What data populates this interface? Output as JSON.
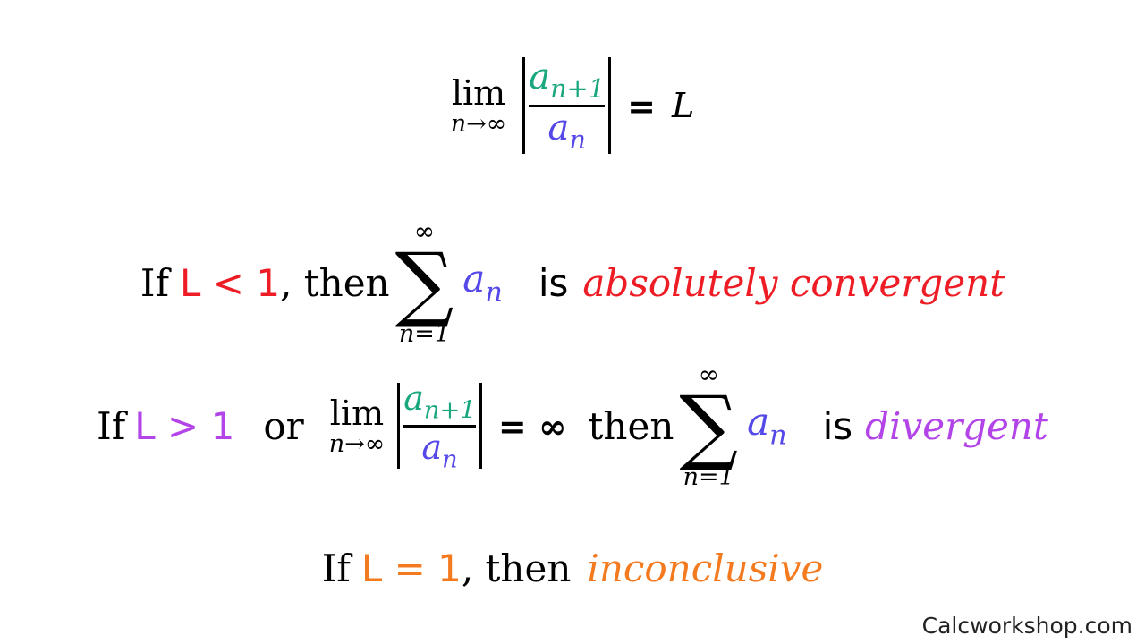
{
  "colors": {
    "numerator": "#18a77e",
    "denominator": "#5548e8",
    "convergent": "#ee1c24",
    "divergent": "#b244e8",
    "inconclusive": "#f47a20",
    "text": "#000000"
  },
  "ratio_test": {
    "lim_word": "lim",
    "lim_sub": "n→∞",
    "numerator": "a",
    "numerator_sub": "n+1",
    "denominator": "a",
    "denominator_sub": "n",
    "equals": "=",
    "result": "L"
  },
  "case_convergent": {
    "if": "If",
    "condition": "L < 1",
    "then": ", then",
    "sum_top": "∞",
    "sum_symbol": "∑",
    "sum_bottom": "n=1",
    "term": "a",
    "term_sub": "n",
    "is": "is",
    "verdict": "absolutely convergent"
  },
  "case_divergent": {
    "if": "If",
    "condition": "L > 1",
    "or": "or",
    "lim_word": "lim",
    "lim_sub": "n→∞",
    "numerator": "a",
    "numerator_sub": "n+1",
    "denominator": "a",
    "denominator_sub": "n",
    "equals_infinity": "= ∞",
    "then": "then",
    "sum_top": "∞",
    "sum_symbol": "∑",
    "sum_bottom": "n=1",
    "term": "a",
    "term_sub": "n",
    "is": "is",
    "verdict": "divergent"
  },
  "case_inconclusive": {
    "if": "If",
    "condition": "L = 1",
    "then": ", then",
    "verdict": "inconclusive"
  },
  "watermark": "Calcworkshop.com"
}
